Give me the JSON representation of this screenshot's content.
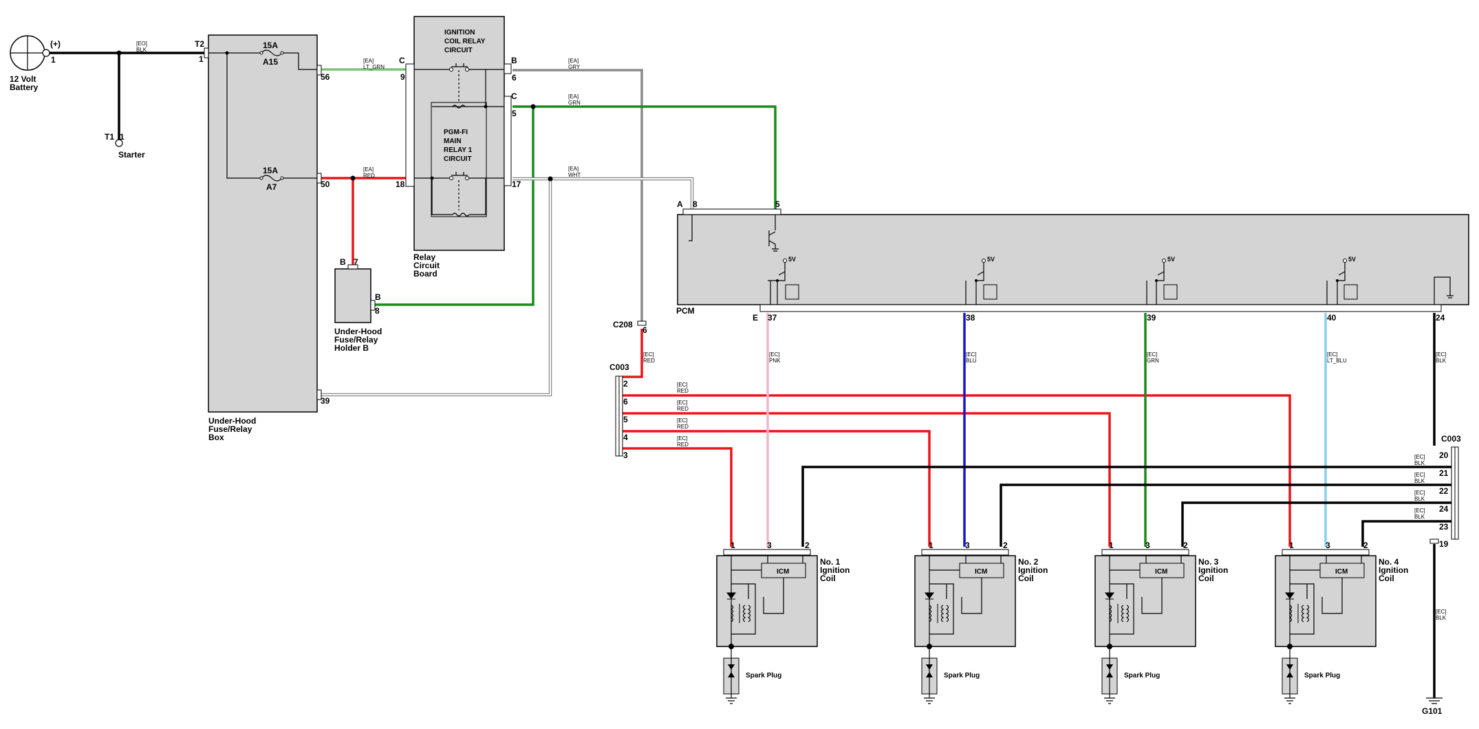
{
  "battery": {
    "label_line1": "12 Volt",
    "label_line2": "Battery",
    "plus": "(+)",
    "pin": "1"
  },
  "starter": {
    "connector": "T1",
    "pin": "1",
    "label": "Starter"
  },
  "wires": {
    "eo_blk": [
      "[EO]",
      "BLK"
    ],
    "ea_lt_grn": [
      "[EA]",
      "LT_GRN"
    ],
    "ea_red": [
      "[EA]",
      "RED"
    ],
    "ea_gry": [
      "[EA]",
      "GRY"
    ],
    "ea_grn": [
      "[EA]",
      "GRN"
    ],
    "ea_wht": [
      "[EA]",
      "WHT"
    ],
    "ec_red": [
      "[EC]",
      "RED"
    ],
    "ec_pnk": [
      "[EC]",
      "PNK"
    ],
    "ec_blu": [
      "[EC]",
      "BLU"
    ],
    "ec_grn": [
      "[EC]",
      "GRN"
    ],
    "ec_lt_blu": [
      "[EC]",
      "LT_BLU"
    ],
    "ec_blk": [
      "[EC]",
      "BLK"
    ]
  },
  "fuse_box": {
    "label": [
      "Under-Hood",
      "Fuse/Relay",
      "Box"
    ],
    "connector": "T2",
    "pin_in": "1",
    "fuse_a15": [
      "15A",
      "A15"
    ],
    "fuse_a7": [
      "15A",
      "A7"
    ],
    "pins": {
      "p56": "56",
      "p50": "50",
      "p39": "39"
    }
  },
  "holder_b": {
    "label": [
      "Under-Hood",
      "Fuse/Relay",
      "Holder B"
    ],
    "conn": "B",
    "pin7": "7",
    "conn2": "B",
    "pin8": "8"
  },
  "relay_board": {
    "label": [
      "Relay",
      "Circuit",
      "Board"
    ],
    "title": [
      "IGNITION",
      "COIL RELAY",
      "CIRCUIT"
    ],
    "main": [
      "PGM-FI",
      "MAIN",
      "RELAY 1",
      "CIRCUIT"
    ],
    "conn_c": "C",
    "pin9": "9",
    "pin18": "18",
    "conn_b": "B",
    "pin6": "6",
    "conn_c2": "C",
    "pin5": "5",
    "pin17": "17"
  },
  "pcm": {
    "label": "PCM",
    "conn_a": "A",
    "pin8": "8",
    "pin5": "5",
    "conn_e": "E",
    "pins": [
      "37",
      "38",
      "39",
      "40",
      "24"
    ],
    "v5": "5V"
  },
  "c208": {
    "label": "C208",
    "pin": "6"
  },
  "c003_left": {
    "label": "C003",
    "pins": [
      "2",
      "6",
      "5",
      "4",
      "3"
    ]
  },
  "c003_right": {
    "label": "C003",
    "pins": [
      "20",
      "21",
      "22",
      "24",
      "23",
      "19"
    ]
  },
  "coils": [
    {
      "name": [
        "No. 1",
        "Ignition",
        "Coil"
      ],
      "pins": [
        "1",
        "3",
        "2"
      ]
    },
    {
      "name": [
        "No. 2",
        "Ignition",
        "Coil"
      ],
      "pins": [
        "1",
        "3",
        "2"
      ]
    },
    {
      "name": [
        "No. 3",
        "Ignition",
        "Coil"
      ],
      "pins": [
        "1",
        "3",
        "2"
      ]
    },
    {
      "name": [
        "No. 4",
        "Ignition",
        "Coil"
      ],
      "pins": [
        "1",
        "3",
        "2"
      ]
    }
  ],
  "icm": "ICM",
  "spark_plug": "Spark Plug",
  "ground": "G101"
}
